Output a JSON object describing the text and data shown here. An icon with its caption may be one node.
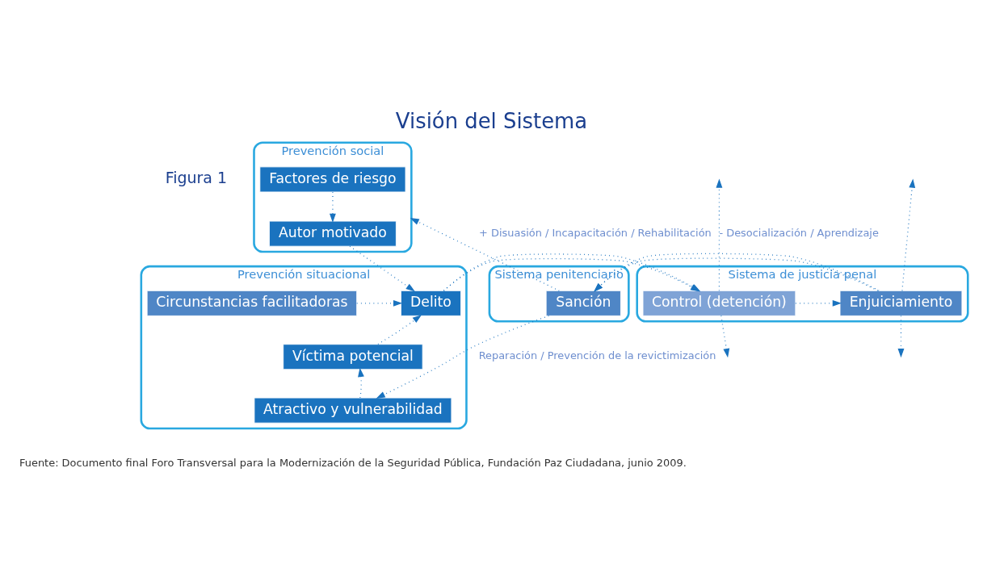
{
  "diagram": {
    "title": "Visión del Sistema",
    "caption": "Fuente: Documento final Foro Transversal para la Modernización de la Seguridad Pública, Fundación Paz Ciudadana, junio 2009.",
    "nodes": [
      {
        "text": [
          "Prevención social"
        ]
      },
      {
        "text": [
          "Factores de riesgo"
        ],
        "in": 0
      },
      {
        "text": [
          "Autor motivado"
        ],
        "in": 0
      },
      {
        "text": [
          "Prevención situacional"
        ]
      },
      {
        "text": [
          "Circunstancias facilitadoras"
        ],
        "in": 3
      },
      {
        "text": [
          "Delito"
        ],
        "in": 3
      },
      {
        "text": [
          "Víctima potencial"
        ],
        "in": 3
      },
      {
        "text": [
          "Atractivo y vulnerabilidad"
        ],
        "in": 3
      },
      {
        "text": [
          "Sistema de justicia penal"
        ]
      },
      {
        "text": [
          "Control (detención)"
        ],
        "in": 8
      },
      {
        "text": [
          "Enjuiciamiento"
        ],
        "in": 8
      },
      {
        "text": [
          "Sistema penitenciario"
        ]
      },
      {
        "text": [
          "Sanción"
        ],
        "in": 11
      }
    ],
    "edges": [
      {
        "from": 1,
        "to": 2,
        "arrow": "to"
      },
      {
        "from": 2,
        "to": 5,
        "arrow": "to"
      },
      {
        "from": 4,
        "to": 5,
        "arrow": "to"
      },
      {
        "from": 6,
        "to": 5,
        "arrow": "to"
      },
      {
        "from": 7,
        "to": 6,
        "arrow": "to"
      },
      {
        "from": 5,
        "to": 9,
        "arrow": "to"
      },
      {
        "from": 9,
        "to": 10,
        "arrow": "to"
      },
      {
        "from": 10,
        "to": 12,
        "arrow": "to"
      },
      {
        "from": 12,
        "to": 0,
        "arrow": "to",
        "label": "+ Disuasión / Incapacitación / Rehabilitación"
      },
      {
        "from": 9,
        "to": null,
        "arrow": "to",
        "label": "- Desocialización / Aprendizaje"
      },
      {
        "from": 10,
        "to": null,
        "arrow": "to"
      },
      {
        "from": 9,
        "to": null,
        "arrow": "to"
      },
      {
        "from": 10,
        "to": null,
        "arrow": "to"
      },
      {
        "from": 12,
        "to": 7,
        "arrow": "to",
        "label": "Reparación / Prevención de la revictimización"
      }
    ],
    "labels": [
      "Figura 1"
    ]
  }
}
